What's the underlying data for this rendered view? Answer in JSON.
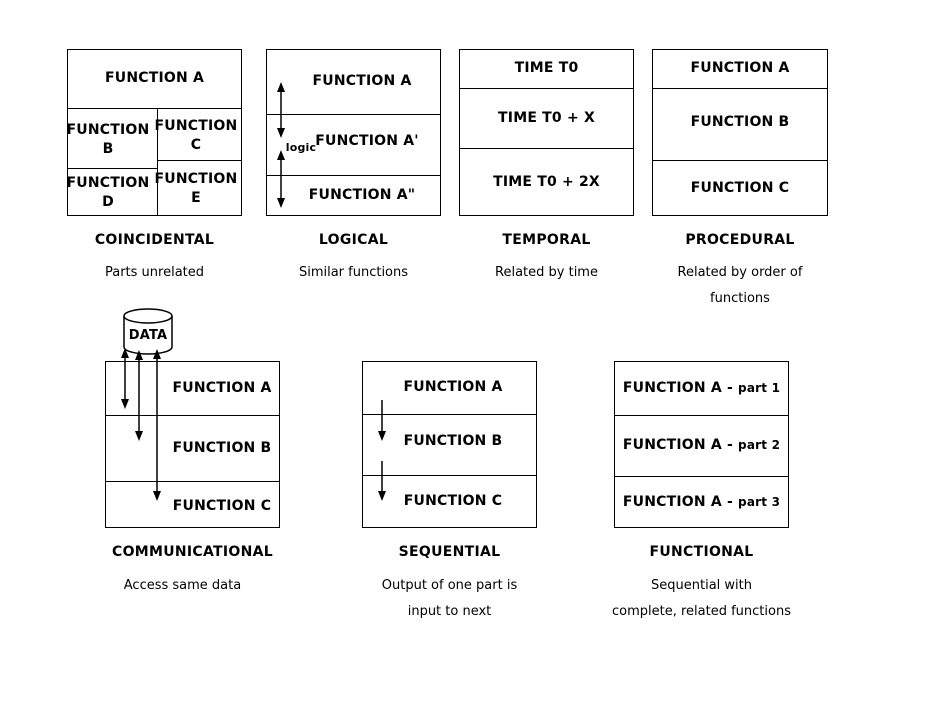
{
  "coincidental": {
    "top": "FUNCTION A",
    "b": "FUNCTION B",
    "c": "FUNCTION C",
    "d": "FUNCTION D",
    "e": "FUNCTION E",
    "title": "COINCIDENTAL",
    "desc": "Parts unrelated"
  },
  "logical": {
    "a": "FUNCTION A",
    "a1": "FUNCTION A'",
    "a2": "FUNCTION A\"",
    "logic_label": "logic",
    "title": "LOGICAL",
    "desc": "Similar functions"
  },
  "temporal": {
    "t0": "TIME T0",
    "t1": "TIME T0 + X",
    "t2": "TIME T0 + 2X",
    "title": "TEMPORAL",
    "desc": "Related by time"
  },
  "procedural": {
    "a": "FUNCTION A",
    "b": "FUNCTION B",
    "c": "FUNCTION C",
    "title": "PROCEDURAL",
    "desc_line1": "Related by order of",
    "desc_line2": "functions"
  },
  "communicational": {
    "data_label": "DATA",
    "a": "FUNCTION A",
    "b": "FUNCTION B",
    "c": "FUNCTION C",
    "title": "COMMUNICATIONAL",
    "desc": "Access same data"
  },
  "sequential": {
    "a": "FUNCTION A",
    "b": "FUNCTION B",
    "c": "FUNCTION C",
    "title": "SEQUENTIAL",
    "desc_line1": "Output of one part is",
    "desc_line2": "input to next"
  },
  "functional": {
    "p1_main": "FUNCTION A - ",
    "p1_part": "part 1",
    "p2_main": "FUNCTION A - ",
    "p2_part": "part 2",
    "p3_main": "FUNCTION A - ",
    "p3_part": "part 3",
    "title": "FUNCTIONAL",
    "desc_line1": "Sequential with",
    "desc_line2": "complete, related functions"
  }
}
